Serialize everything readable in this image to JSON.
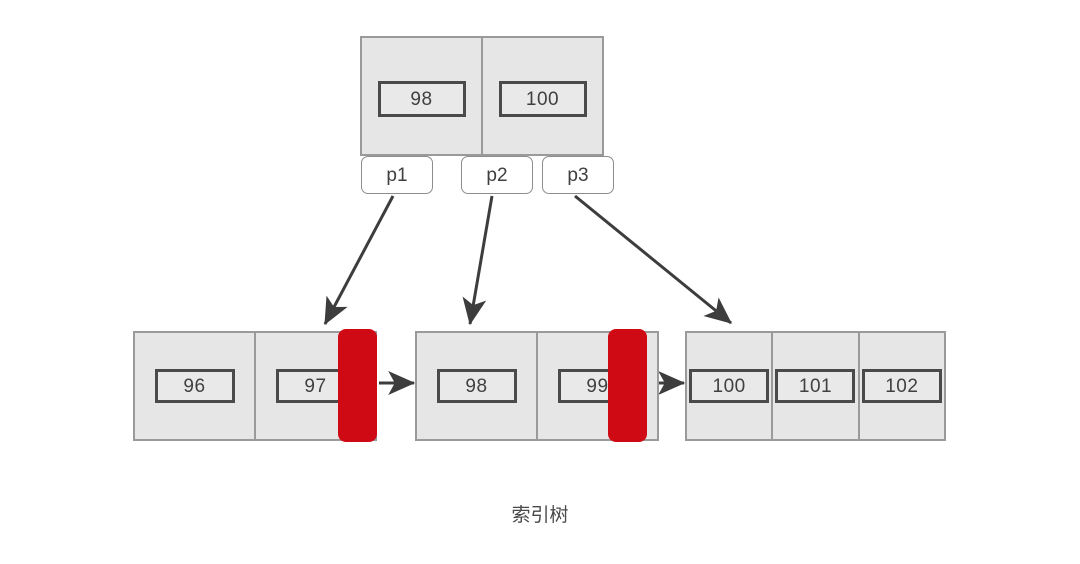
{
  "diagram": {
    "caption": "索引树",
    "colors": {
      "background": "#ffffff",
      "node_fill": "#e6e6e6",
      "node_border": "#9a9a9a",
      "chip_border": "#4a4a4a",
      "marker_red": "#d00a14",
      "arrow": "#3d3d3d",
      "text": "#404040"
    }
  },
  "root": {
    "name": "root-node",
    "cells": [
      {
        "value": "98"
      },
      {
        "value": "100"
      }
    ]
  },
  "pointers": [
    {
      "label": "p1"
    },
    {
      "label": "p2"
    },
    {
      "label": "p3"
    }
  ],
  "leaves": [
    {
      "name": "leaf-node-1",
      "cells": [
        {
          "value": "96"
        },
        {
          "value": "97"
        }
      ],
      "full_marker": true
    },
    {
      "name": "leaf-node-2",
      "cells": [
        {
          "value": "98"
        },
        {
          "value": "99"
        }
      ],
      "full_marker": true
    },
    {
      "name": "leaf-node-3",
      "cells": [
        {
          "value": "100"
        },
        {
          "value": "101"
        },
        {
          "value": "102"
        }
      ],
      "full_marker": false
    }
  ]
}
